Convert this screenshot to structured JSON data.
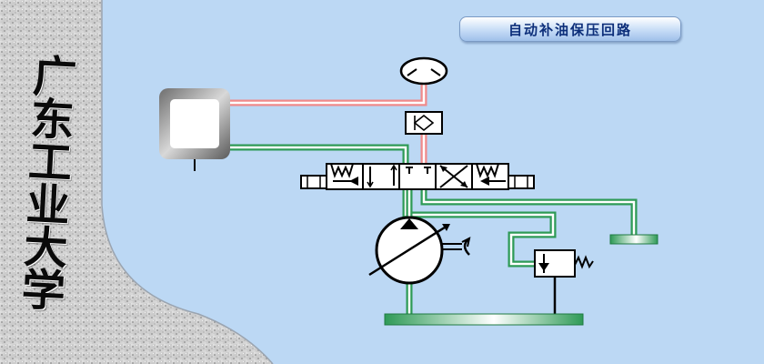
{
  "school": {
    "name_lines": [
      "广",
      "东",
      "工",
      "业",
      "大",
      "学"
    ]
  },
  "diagram": {
    "title": "自动补油保压回路"
  },
  "colors": {
    "background": "#bcd8f4",
    "side_panel": "#d4d4d4",
    "pressure_line": "#f08a8a",
    "return_line": "#2e9a56",
    "component_stroke": "#000000"
  },
  "icons": {
    "pressure_relay": "pressure-relay-icon",
    "check_valve": "check-valve-icon",
    "directional_valve": "three-position-directional-valve-icon",
    "pump": "variable-displacement-pump-icon",
    "motor": "electric-motor-icon",
    "relief_valve": "relief-valve-icon",
    "cylinder": "hydraulic-cylinder-icon",
    "tank": "oil-tank-icon"
  }
}
